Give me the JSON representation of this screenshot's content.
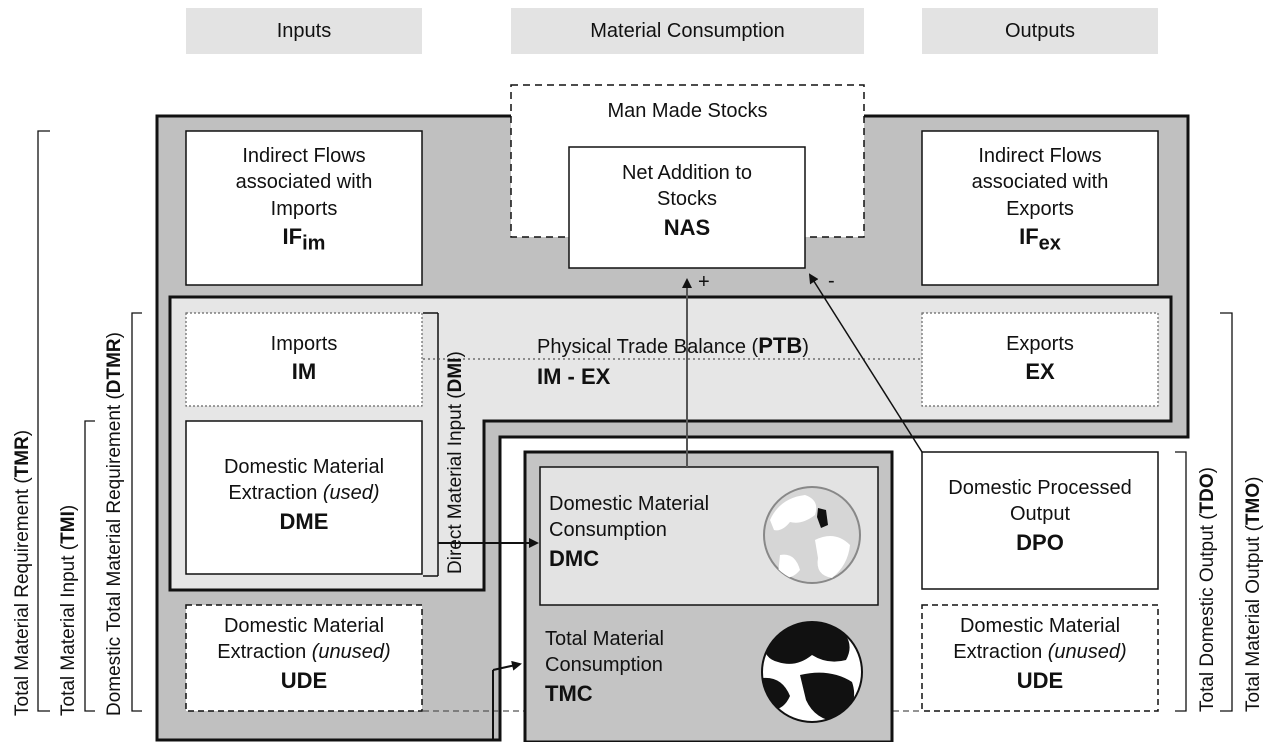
{
  "headers": {
    "inputs": "Inputs",
    "material_consumption": "Material Consumption",
    "outputs": "Outputs"
  },
  "stocks": {
    "title": "Man Made Stocks",
    "net_addition_line1": "Net Addition to",
    "net_addition_line2": "Stocks",
    "abbr": "NAS",
    "plus_sign": "+",
    "minus_sign": "-"
  },
  "indirect_imports": {
    "line1": "Indirect Flows",
    "line2": "associated with",
    "line3": "Imports",
    "abbr_main": "IF",
    "abbr_sub": "im"
  },
  "indirect_exports": {
    "line1": "Indirect Flows",
    "line2": "associated with",
    "line3": "Exports",
    "abbr_main": "IF",
    "abbr_sub": "ex"
  },
  "imports": {
    "label": "Imports",
    "abbr": "IM"
  },
  "exports": {
    "label": "Exports",
    "abbr": "EX"
  },
  "ptb": {
    "label_prefix": "Physical Trade Balance (",
    "label_abbr": "PTB",
    "label_suffix": ")",
    "formula": "IM - EX"
  },
  "dme": {
    "line1": "Domestic Material",
    "line2_plain": "Extraction ",
    "line2_italic": "(used)",
    "abbr": "DME"
  },
  "dmi": {
    "label_prefix": "Direct Material Input (",
    "label_abbr": "DMI",
    "label_suffix": ")"
  },
  "dmc": {
    "line1": "Domestic Material",
    "line2": "Consumption",
    "abbr": "DMC"
  },
  "tmc": {
    "line1": "Total Material",
    "line2": "Consumption",
    "abbr": "TMC"
  },
  "dpo": {
    "line1": "Domestic Processed",
    "line2": "Output",
    "abbr": "DPO"
  },
  "ude_left": {
    "line1": "Domestic Material",
    "line2_plain": "Extraction ",
    "line2_italic": "(unused)",
    "abbr": "UDE"
  },
  "ude_right": {
    "line1": "Domestic Material",
    "line2_plain": "Extraction ",
    "line2_italic": "(unused)",
    "abbr": "UDE"
  },
  "brackets": {
    "tmr": {
      "prefix": "Total Material Requirement (",
      "abbr": "TMR",
      "suffix": ")"
    },
    "tmi": {
      "prefix": "Total Material Input (",
      "abbr": "TMI",
      "suffix": ")"
    },
    "dtmr": {
      "prefix": "Domestic Total Material Requirement (",
      "abbr": "DTMR",
      "suffix": ")"
    },
    "tdo": {
      "prefix": "Total Domestic Output (",
      "abbr": "TDO",
      "suffix": ")"
    },
    "tmo": {
      "prefix": "Total Material Output (",
      "abbr": "TMO",
      "suffix": ")"
    }
  },
  "icons": {
    "dmc_globe": "globe-icon-light",
    "tmc_globe": "globe-icon-dark"
  },
  "colors": {
    "outer_gray": "#c0c0c0",
    "ptb_gray": "#e6e6e6",
    "tmc_gray": "#c4c4c4",
    "dmc_gray": "#e3e3e3",
    "header_gray": "#e3e3e3"
  }
}
